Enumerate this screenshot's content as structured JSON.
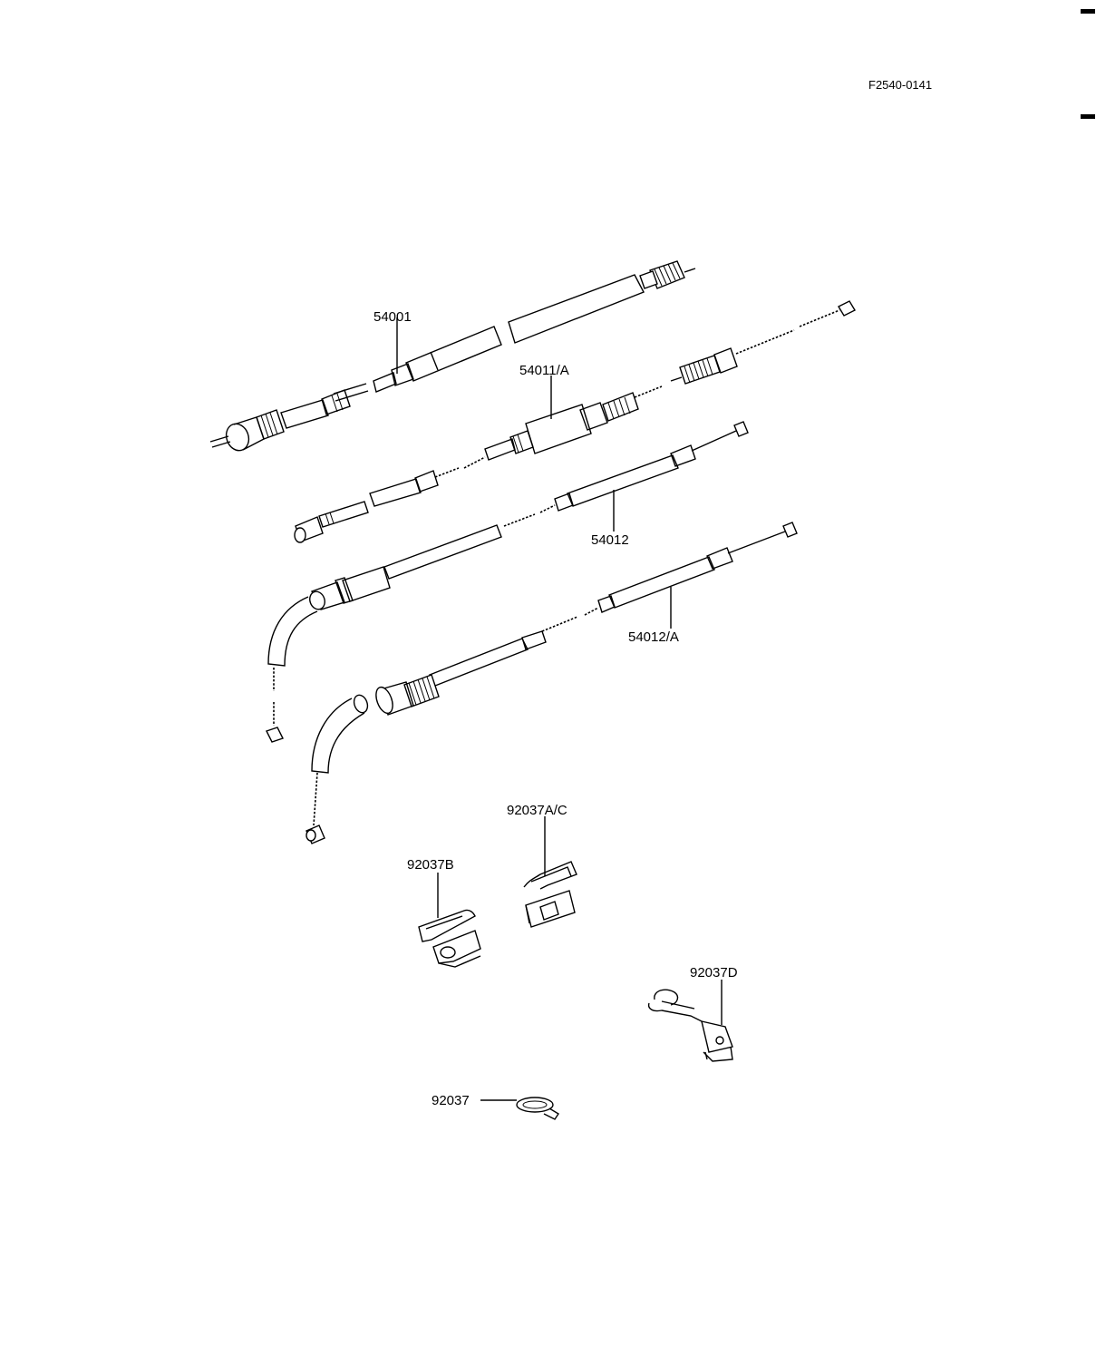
{
  "header": {
    "figure_code": "F2540-0141"
  },
  "parts": [
    {
      "id": "cable-54001",
      "label": "54001"
    },
    {
      "id": "cable-54011a",
      "label": "54011/A"
    },
    {
      "id": "cable-54012",
      "label": "54012"
    },
    {
      "id": "cable-54012a",
      "label": "54012/A"
    },
    {
      "id": "clamp-92037ac",
      "label": "92037A/C"
    },
    {
      "id": "clamp-92037b",
      "label": "92037B"
    },
    {
      "id": "clamp-92037d",
      "label": "92037D"
    },
    {
      "id": "clamp-92037",
      "label": "92037"
    }
  ]
}
